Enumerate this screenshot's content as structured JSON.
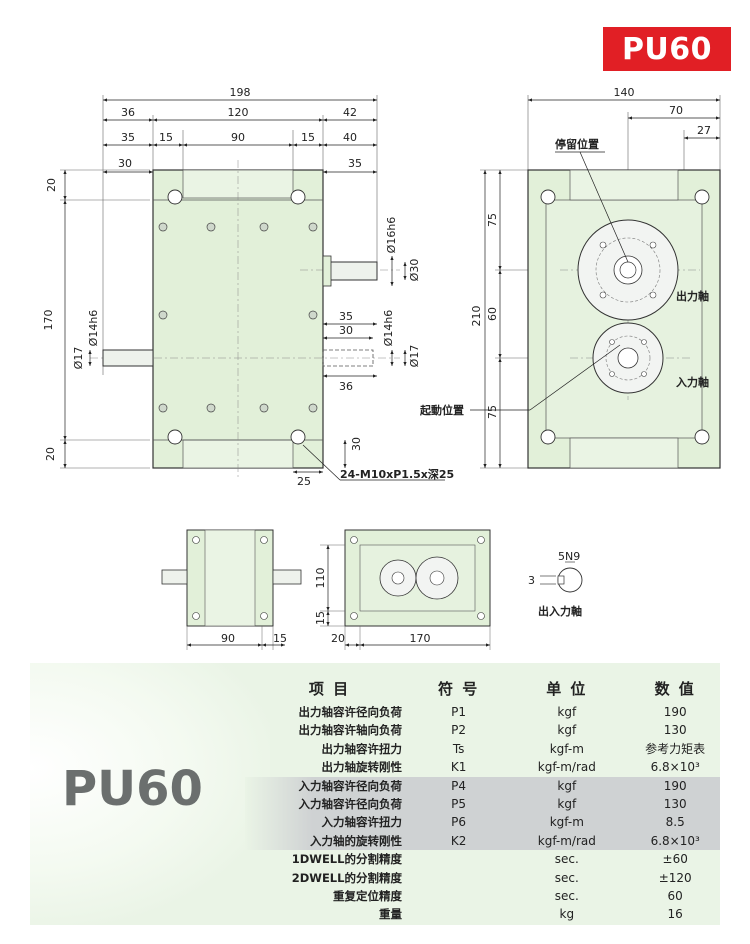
{
  "badge": "PU60",
  "panel_model": "PU60",
  "front": {
    "d198": "198",
    "d36": "36",
    "d120": "120",
    "d42": "42",
    "d35a": "35",
    "d15a": "15",
    "d90": "90",
    "d15b": "15",
    "d40": "40",
    "d30a": "30",
    "d35b": "35",
    "d20a": "20",
    "d170": "170",
    "d20b": "20",
    "d16h6": "Ø16h6",
    "d30b": "Ø30",
    "d14h6": "Ø14h6",
    "d17": "Ø17",
    "d35c": "35",
    "d30c": "30",
    "d14h6b": "Ø14h6",
    "d17b": "Ø17",
    "d30d": "30",
    "d25": "25",
    "tap": "24-M10xP1.5x深25"
  },
  "side": {
    "d140": "140",
    "d70": "70",
    "d27": "27",
    "d75a": "75",
    "d60": "60",
    "d75b": "75",
    "d210": "210",
    "stop_pos": "停留位置",
    "output_shaft": "出力軸",
    "input_shaft": "入力軸",
    "start_pos": "起動位置"
  },
  "small": {
    "d90": "90",
    "d15": "15",
    "d110": "110",
    "d15b": "15",
    "d20": "20",
    "d170": "170",
    "key": "5N9",
    "key3": "3",
    "io_shaft": "出入力軸"
  },
  "table": {
    "headers": [
      "项  目",
      "符  号",
      "单  位",
      "数  值"
    ],
    "rows": [
      {
        "name": "出力轴容许径向负荷",
        "sym": "P1",
        "unit": "kgf",
        "val": "190",
        "alt": false
      },
      {
        "name": "出力轴容许轴向负荷",
        "sym": "P2",
        "unit": "kgf",
        "val": "130",
        "alt": false
      },
      {
        "name": "出力轴容许扭力",
        "sym": "Ts",
        "unit": "kgf-m",
        "val": "参考力矩表",
        "alt": false
      },
      {
        "name": "出力轴旋转刚性",
        "sym": "K1",
        "unit": "kgf-m/rad",
        "val": "6.8×10³",
        "alt": false
      },
      {
        "name": "入力轴容许径向负荷",
        "sym": "P4",
        "unit": "kgf",
        "val": "190",
        "alt": true
      },
      {
        "name": "入力轴容许径向负荷",
        "sym": "P5",
        "unit": "kgf",
        "val": "130",
        "alt": true
      },
      {
        "name": "入力轴容许扭力",
        "sym": "P6",
        "unit": "kgf-m",
        "val": "8.5",
        "alt": true
      },
      {
        "name": "入力轴的旋转刚性",
        "sym": "K2",
        "unit": "kgf-m/rad",
        "val": "6.8×10³",
        "alt": true
      },
      {
        "name": "1DWELL的分割精度",
        "sym": "",
        "unit": "sec.",
        "val": "±60",
        "alt": false
      },
      {
        "name": "2DWELL的分割精度",
        "sym": "",
        "unit": "sec.",
        "val": "±120",
        "alt": false
      },
      {
        "name": "重复定位精度",
        "sym": "",
        "unit": "sec.",
        "val": "60",
        "alt": false
      },
      {
        "name": "重量",
        "sym": "",
        "unit": "kg",
        "val": "16",
        "alt": false
      }
    ]
  }
}
